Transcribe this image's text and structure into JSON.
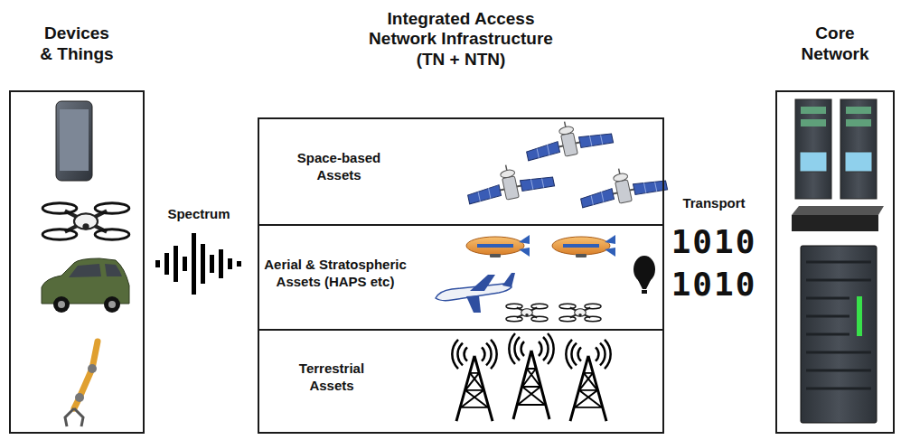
{
  "diagram": {
    "nodes": [
      {
        "text": [
          "Devices & Things"
        ]
      },
      {
        "text": [
          "Integrated Access Network Infrastructure (TN + NTN)"
        ]
      },
      {
        "text": [
          "Space-based Assets"
        ],
        "in": 1
      },
      {
        "text": [
          "Aerial & Stratospheric Assets (HAPS etc)"
        ],
        "in": 1
      },
      {
        "text": [
          "Terrestrial Assets"
        ],
        "in": 1
      },
      {
        "text": [
          "Core Network"
        ]
      }
    ],
    "labels": [
      "Spectrum",
      "Transport",
      "1010",
      "1010"
    ]
  }
}
